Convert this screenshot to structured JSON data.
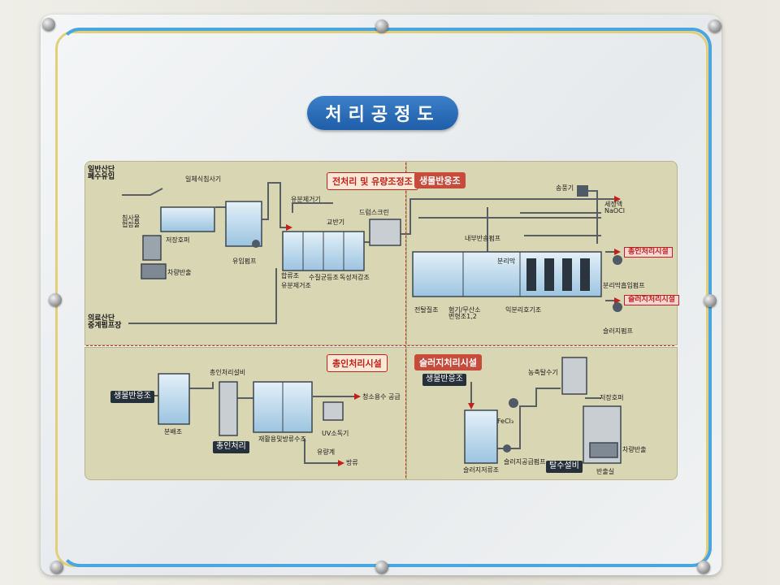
{
  "title": "처리공정도",
  "sections": {
    "pretreatment": "전처리 및 유량조정조",
    "bioreactor": "생물반응조",
    "reuse": "총인처리시설",
    "sludge": "슬러지처리시설"
  },
  "labels": {
    "general_inflow": "일반산단\n폐수유입",
    "screen": "일체식침사기",
    "grit_settle": "침사물\n협잡물",
    "storage_hopper": "저장호퍼",
    "truck_out": "차량반출",
    "inflow_pump": "유입펌프",
    "oil_sep": "유분제거기",
    "agitator": "교반기",
    "drum_screen": "드럼스크린",
    "mix_flow": "합류조",
    "oil_remove_tank": "유분제거조",
    "wq_equal": "수질균등조",
    "toxic_reduce": "독성저감조",
    "medical_relay": "의료산단\n중계펌프장",
    "blower": "송풍기",
    "wash_liquid": "세정액\nNaOCl",
    "inner_return_pump": "내부반송펌프",
    "separation_film": "분리막",
    "to_reuse": "총인처리시설",
    "membrane_pump": "분리막흡입펌프",
    "to_sludge": "슬러지처리시설",
    "sludge_pump": "슬러지펌프",
    "pre_denitr": "전탈질조",
    "anaerobic": "혐기/무산소\n변형조1,2",
    "aerobic": "익분리호기조",
    "from_bio": "생물반응조",
    "dist_tank": "분배조",
    "reuse_equip": "총인처리설비",
    "reuse_block": "총인처리",
    "reuse_tank": "재활용및방류수조",
    "uv": "UV소독기",
    "flowmeter": "유량계",
    "supply": "청소용수 공급",
    "discharge": "방류",
    "bio_in": "생물반응조",
    "thickener": "농축탈수기",
    "fecl3": "FeCl₃",
    "sludge_storage": "슬러지저류조",
    "sludge_feed_pump": "슬러지공급펌프",
    "dewater": "탈수설비",
    "hopper2": "저장호퍼",
    "truck_out2": "차량반출",
    "out_room": "반출실"
  },
  "colors": {
    "panel": "#d9d6b3",
    "title_blue": "#2a6db8",
    "water": "#bcd8ea",
    "pipe": "#5a5f66",
    "accent_red": "#c0211d"
  }
}
